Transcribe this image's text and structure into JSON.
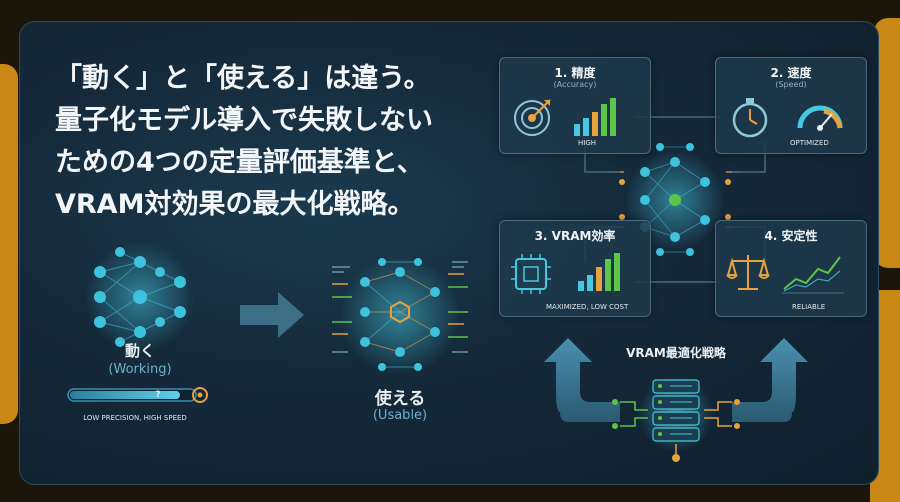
{
  "headline": {
    "line1": "「動く」と「使える」は違う。",
    "line2": "量子化モデル導入で失敗しない",
    "line3": "ための4つの定量評価基準と、",
    "line4": "VRAM対効果の最大化戦略。"
  },
  "left_model": {
    "label": "動く",
    "sublabel": "(Working)",
    "bar_mark": "?",
    "caption": "LOW PRECISION, HIGH SPEED"
  },
  "right_model": {
    "label": "使える",
    "sublabel": "(Usable)"
  },
  "criteria": [
    {
      "title": "1. 精度",
      "subtitle": "(Accuracy)",
      "caption": "HIGH"
    },
    {
      "title": "2. 速度",
      "subtitle": "(Speed)",
      "caption": "OPTIMIZED"
    },
    {
      "title": "3. VRAM効率",
      "subtitle": "",
      "caption": "MAXIMIZED, LOW COST"
    },
    {
      "title": "4. 安定性",
      "subtitle": "",
      "caption": "RELIABLE"
    }
  ],
  "strategy_label": "VRAM最適化戦略",
  "colors": {
    "background": "#14293a",
    "accent_cyan": "#46c8e0",
    "accent_orange": "#e6a23c",
    "accent_green": "#5cc64a",
    "frame_orange": "#c98715"
  },
  "icons": [
    "neural-network-icon",
    "target-icon",
    "bar-chart-icon",
    "stopwatch-icon",
    "gauge-icon",
    "chip-icon",
    "scale-icon",
    "line-chart-icon",
    "server-stack-icon"
  ]
}
